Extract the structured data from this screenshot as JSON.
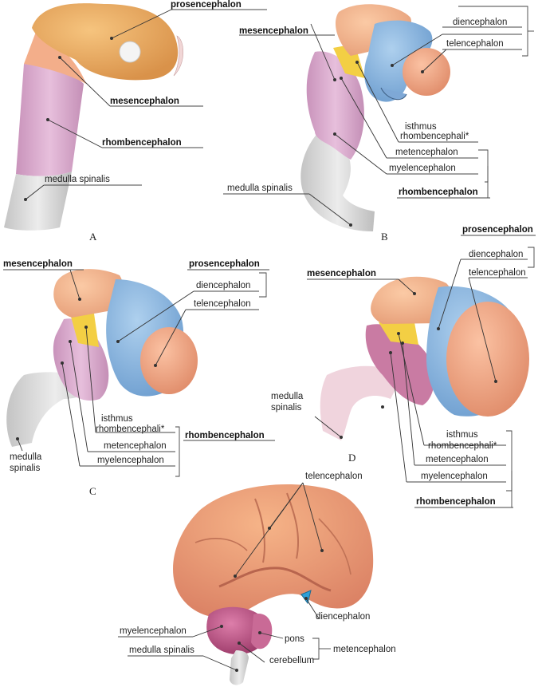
{
  "panels": {
    "A": {
      "letter": "A",
      "labels": {
        "prosencephalon": "prosencephalon",
        "mesencephalon": "mesencephalon",
        "rhombencephalon": "rhombencephalon",
        "medulla_spinalis": "medulla spinalis"
      }
    },
    "B": {
      "letter": "B",
      "labels": {
        "mesencephalon": "mesencephalon",
        "diencephalon": "diencephalon",
        "telencephalon": "telencephalon",
        "isthmus_1": "isthmus",
        "isthmus_2": "rhombencephali*",
        "metencephalon": "metencephalon",
        "myelencephalon": "myelencephalon",
        "rhombencephalon": "rhombencephalon",
        "medulla_spinalis": "medulla spinalis"
      }
    },
    "C": {
      "letter": "C",
      "labels": {
        "mesencephalon": "mesencephalon",
        "prosencephalon": "prosencephalon",
        "diencephalon": "diencephalon",
        "telencephalon": "telencephalon",
        "isthmus_1": "isthmus",
        "isthmus_2": "rhombencephali*",
        "rhombencephalon": "rhombencephalon",
        "metencephalon": "metencephalon",
        "myelencephalon": "myelencephalon",
        "medulla_1": "medulla",
        "medulla_2": "spinalis"
      }
    },
    "D": {
      "letter": "D",
      "labels": {
        "prosencephalon": "prosencephalon",
        "diencephalon": "diencephalon",
        "telencephalon": "telencephalon",
        "mesencephalon": "mesencephalon",
        "medulla_1": "medulla",
        "medulla_2": "spinalis",
        "isthmus_1": "isthmus",
        "isthmus_2": "rhombencephali*",
        "metencephalon": "metencephalon",
        "myelencephalon": "myelencephalon",
        "rhombencephalon": "rhombencephalon"
      }
    },
    "E": {
      "labels": {
        "telencephalon": "telencephalon",
        "diencephalon": "diencephalon",
        "myelencephalon": "myelencephalon",
        "pons": "pons",
        "metencephalon": "metencephalon",
        "medulla_spinalis": "medulla spinalis",
        "cerebellum": "cerebellum"
      }
    }
  },
  "colors": {
    "prosencephalon": "#f0b268",
    "mesencephalon": "#f6b990",
    "rhombencephalon": "#d9a6cc",
    "isthmus": "#f3d046",
    "diencephalon": "#93bde6",
    "telencephalon": "#f4a888",
    "spinal": "#e1e1e1",
    "cerebellum": "#c2568a"
  }
}
